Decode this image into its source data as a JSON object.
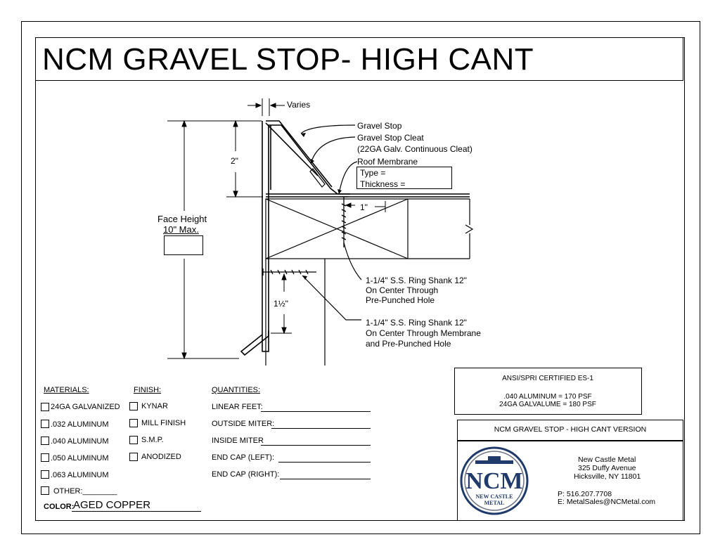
{
  "title": "NCM GRAVEL STOP- HIGH CANT",
  "drawing": {
    "varies": "Varies",
    "gravel_stop": "Gravel Stop",
    "gravel_stop_cleat": "Gravel Stop Cleat",
    "cleat_spec": "(22GA Galv. Continuous Cleat)",
    "roof_membrane": "Roof Membrane",
    "type": "Type =",
    "thickness": "Thickness =",
    "dim_2in": "2\"",
    "dim_1in": "1\"",
    "face_height": "Face Height",
    "face_height_max": "10\" Max.",
    "dim_1_5": "1½\"",
    "fastener1_l1": "1-1/4\" S.S. Ring Shank 12\"",
    "fastener1_l2": "On Center Through",
    "fastener1_l3": "Pre-Punched Hole",
    "fastener2_l1": "1-1/4\" S.S. Ring Shank 12\"",
    "fastener2_l2": "On Center Through Membrane",
    "fastener2_l3": "and Pre-Punched Hole"
  },
  "materials": {
    "heading": "MATERIALS:",
    "items": [
      "24GA GALVANIZED",
      ".032 ALUMINUM",
      ".040 ALUMINUM",
      ".050 ALUMINUM",
      ".063 ALUMINUM",
      "OTHER:________"
    ]
  },
  "finish": {
    "heading": "FINISH:",
    "items": [
      "KYNAR",
      "MILL FINISH",
      "S.M.P.",
      "ANODIZED"
    ]
  },
  "quantities": {
    "heading": "QUANTITIES:",
    "items": [
      "LINEAR FEET:",
      "OUTSIDE MITER:",
      "INSIDE MITER",
      "END CAP (LEFT):",
      "END CAP (RIGHT):"
    ]
  },
  "color": {
    "label": "COLOR:",
    "value": "AGED COPPER"
  },
  "certification": {
    "title": "ANSI/SPRI CERTIFIED ES-1",
    "line1": ".040 ALUMINUM = 170 PSF",
    "line2": "24GA GALVALUME = 180 PSF"
  },
  "product_name": "NCM GRAVEL STOP - HIGH CANT VERSION",
  "company": {
    "name": "New Castle Metal",
    "address1": "325 Duffy Avenue",
    "address2": "Hicksville, NY 11801",
    "phone": "P: 516.207.7708",
    "email": "E: MetalSales@NCMetal.com",
    "logo_letters": "NCM",
    "logo_text1": "NEW CASTLE",
    "logo_text2": "METAL"
  }
}
